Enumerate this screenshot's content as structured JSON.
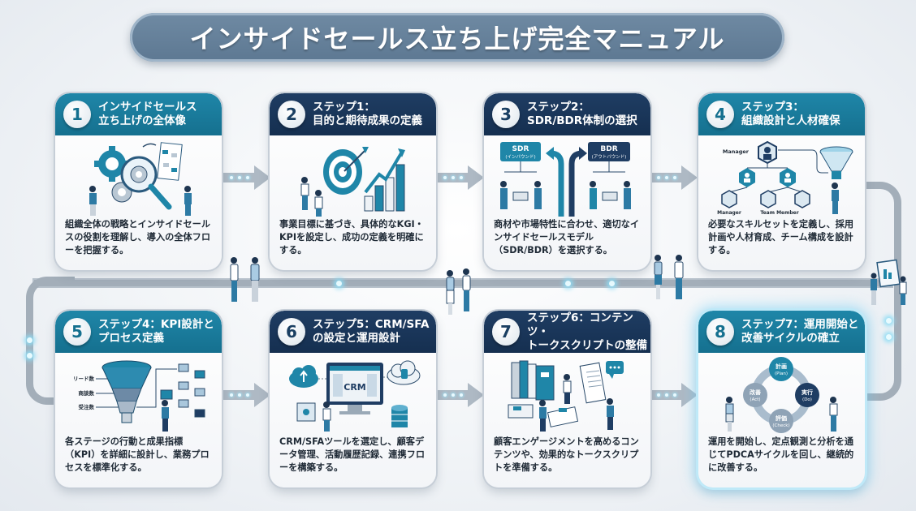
{
  "title": "インサイドセールス立ち上げ完全マニュアル",
  "colors": {
    "teal_header": "#15708f",
    "navy_header": "#1f3d63",
    "title_pill": "#6482a0",
    "track": "#a3aeb9",
    "glow": "#8fdcf4"
  },
  "steps": [
    {
      "number": "1",
      "title": "インサイドセールス\n立ち上げの全体像",
      "header_style": "teal",
      "illustration": "gears-magnifier-flowchart",
      "description": "組織全体の戦略とインサイドセールスの役割を理解し、導入の全体フローを把握する。"
    },
    {
      "number": "2",
      "title": "ステップ1：\n目的と期待成果の定義",
      "header_style": "navy",
      "illustration": "target-growth-chart",
      "description": "事業目標に基づき、具体的なKGI・KPIを設定し、成功の定義を明確にする。"
    },
    {
      "number": "3",
      "title": "ステップ2：\nSDR/BDR体制の選択",
      "header_style": "navy",
      "illustration": "sdr-bdr-fork",
      "sdr_label": "SDR",
      "sdr_sub": "(インバウンド)",
      "bdr_label": "BDR",
      "bdr_sub": "(アウトバウンド)",
      "description": "商材や市場特性に合わせ、適切なインサイドセールスモデル（SDR/BDR）を選択する。"
    },
    {
      "number": "4",
      "title": "ステップ3：\n組織設計と人材確保",
      "header_style": "teal",
      "illustration": "org-chart-funnel",
      "org_top_label": "Manager",
      "org_bottom_labels": [
        "Manager",
        "Team Member"
      ],
      "description": "必要なスキルセットを定義し、採用計画や人材育成、チーム構成を設計する。"
    },
    {
      "number": "5",
      "title": "ステップ4：KPI設計と\nプロセス定義",
      "header_style": "teal",
      "illustration": "kpi-funnel-process",
      "funnel_labels": [
        "リード数",
        "商談数",
        "受注数"
      ],
      "description": "各ステージの行動と成果指標（KPI）を詳細に設計し、業務プロセスを標準化する。"
    },
    {
      "number": "6",
      "title": "ステップ5：CRM/SFA\nの設定と運用設計",
      "header_style": "navy",
      "illustration": "crm-monitor-cloud",
      "screen_label": "CRM",
      "description": "CRM/SFAツールを選定し、顧客データ管理、活動履歴記録、連携フローを構築する。"
    },
    {
      "number": "7",
      "title": "ステップ6：コンテンツ・\nトークスクリプトの整備",
      "header_style": "navy",
      "illustration": "books-documents",
      "description": "顧客エンゲージメントを高めるコンテンツや、効果的なトークスクリプトを準備する。"
    },
    {
      "number": "8",
      "title": "ステップ7：運用開始と\n改善サイクルの確立",
      "header_style": "teal",
      "illustration": "pdca-cycle",
      "highlighted": true,
      "pdca": [
        {
          "jp": "計画",
          "en": "(Plan)"
        },
        {
          "jp": "実行",
          "en": "(Do)"
        },
        {
          "jp": "評価",
          "en": "(Check)"
        },
        {
          "jp": "改善",
          "en": "(Act)"
        }
      ],
      "description": "運用を開始し、定点観測と分析を通じてPDCAサイクルを回し、継続的に改善する。"
    }
  ]
}
